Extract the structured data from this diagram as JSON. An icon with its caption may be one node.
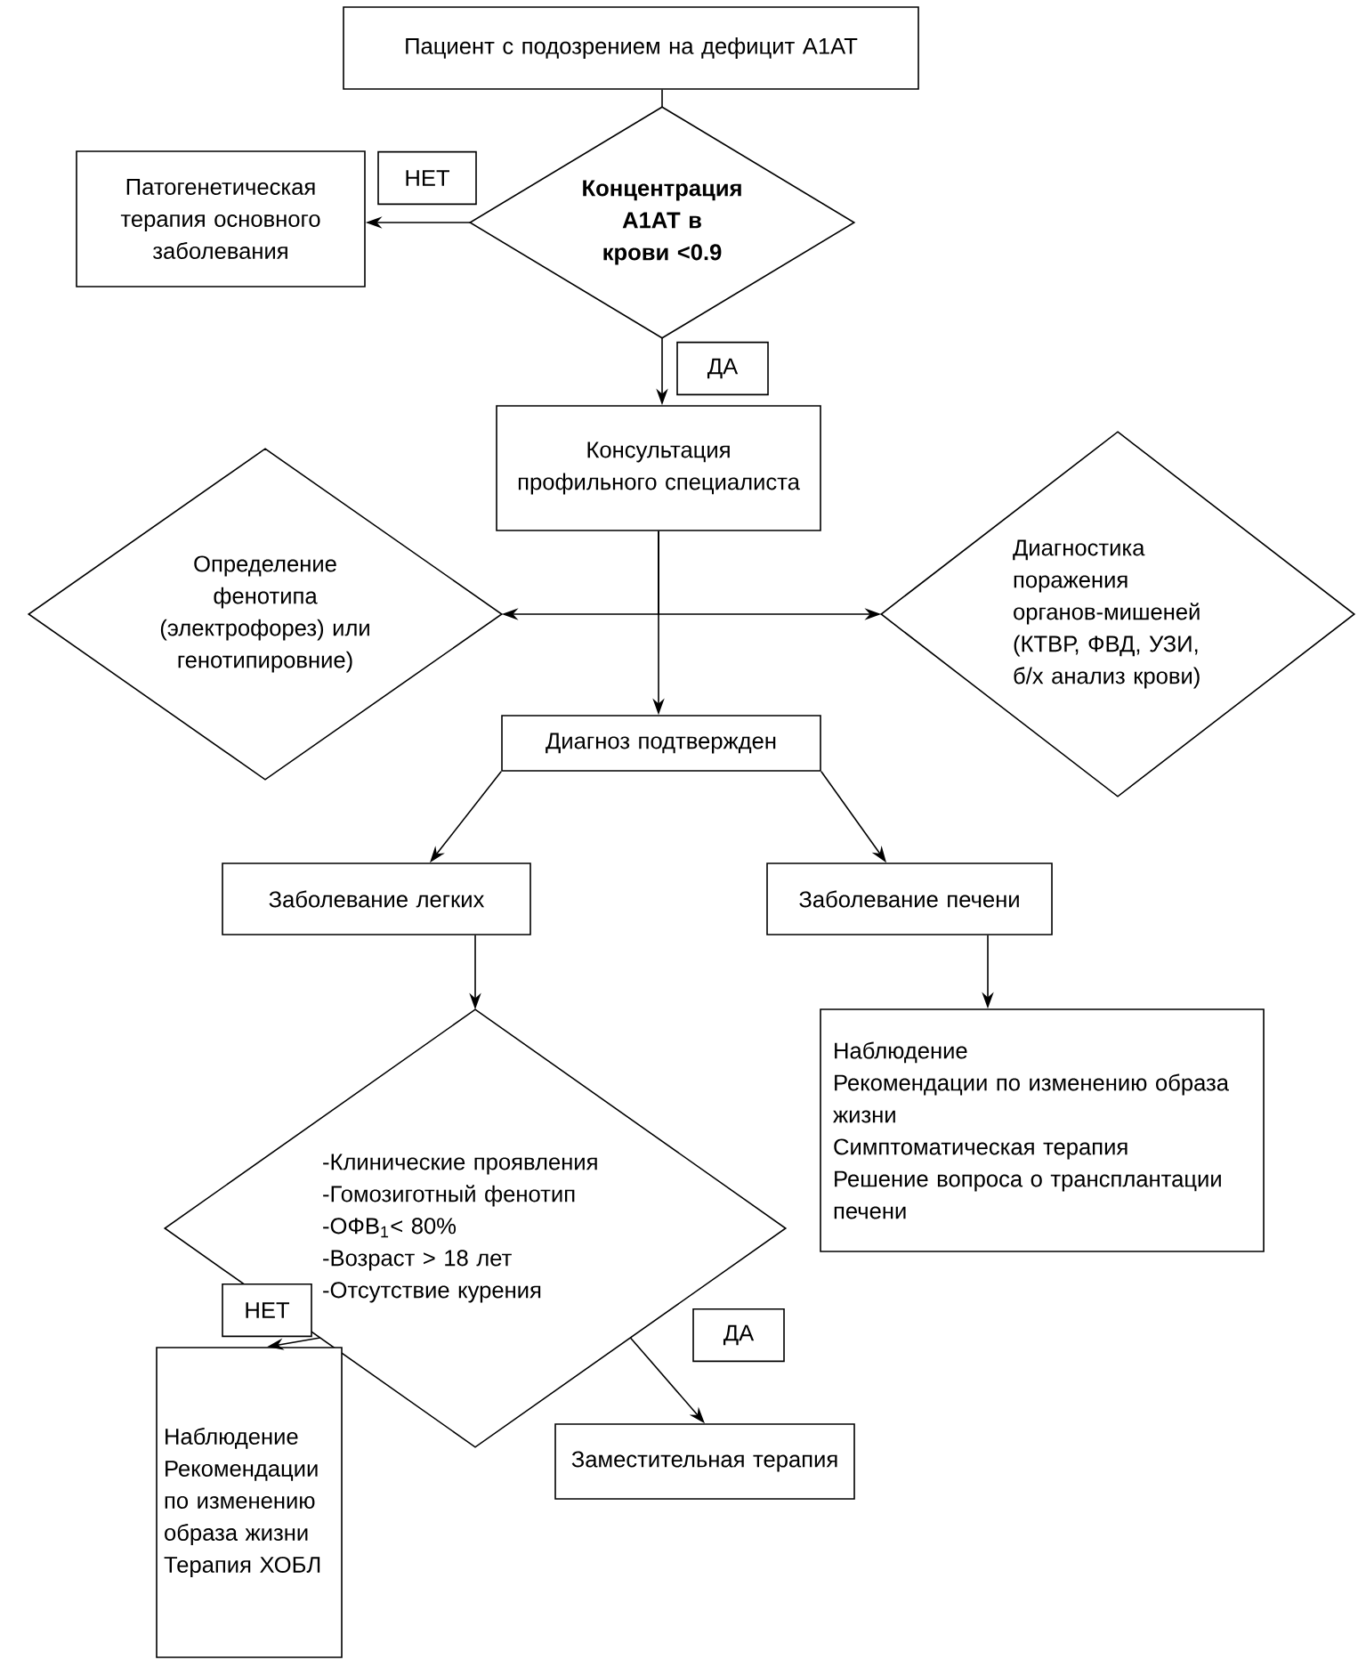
{
  "diagram": {
    "nodes": [
      {
        "text": [
          "Пациент с подозрением на дефицит А1АТ"
        ]
      },
      {
        "text": [
          "Концентрация А1АТ в крови <0.9"
        ]
      },
      {
        "text": [
          "Патогенетическая терапия основного заболевания"
        ]
      },
      {
        "text": [
          "Консультация профильного специалиста"
        ]
      },
      {
        "text": [
          "Определение фенотипа (электрофорез) или генотипировние)"
        ]
      },
      {
        "text": [
          "Диагностика поражения органов-мишеней (КТВР, ФВД, УЗИ, б/х анализ крови)"
        ]
      },
      {
        "text": [
          "Диагноз подтвержден"
        ]
      },
      {
        "text": [
          "Заболевание легких"
        ]
      },
      {
        "text": [
          "Заболевание печени"
        ]
      },
      {
        "text": [
          "Наблюдение",
          "Рекомендации по изменению образа жизни",
          "Симптоматическая терапия",
          "Решение вопроса о трансплантации печени"
        ]
      },
      {
        "text": [
          "-Клинические проявления",
          "-Гомозиготный фенотип",
          "-ОФВ$_{1}$< 80%",
          "-Возраст > 18 лет",
          "-Отсутствие курения"
        ]
      },
      {
        "text": [
          "Наблюдение",
          "Рекомендации по изменению образа жизни",
          "Терапия ХОБЛ"
        ]
      },
      {
        "text": [
          "Заместительная терапия"
        ]
      }
    ],
    "edges": [
      {
        "from": 0,
        "to": 1,
        "arrow": "none"
      },
      {
        "from": 1,
        "to": 2,
        "arrow": "to",
        "label": "НЕТ"
      },
      {
        "from": 1,
        "to": 3,
        "arrow": "to",
        "label": "ДА"
      },
      {
        "from": 3,
        "to": 6,
        "arrow": "to"
      },
      {
        "from": 3,
        "to": 4,
        "arrow": "to"
      },
      {
        "from": 3,
        "to": 5,
        "arrow": "to"
      },
      {
        "from": 6,
        "to": 7,
        "arrow": "to"
      },
      {
        "from": 6,
        "to": 8,
        "arrow": "to"
      },
      {
        "from": 7,
        "to": 10,
        "arrow": "to"
      },
      {
        "from": 8,
        "to": 9,
        "arrow": "to"
      },
      {
        "from": 10,
        "to": 11,
        "arrow": "to",
        "label": "НЕТ"
      },
      {
        "from": 10,
        "to": 12,
        "arrow": "to",
        "label": "ДА"
      }
    ]
  }
}
